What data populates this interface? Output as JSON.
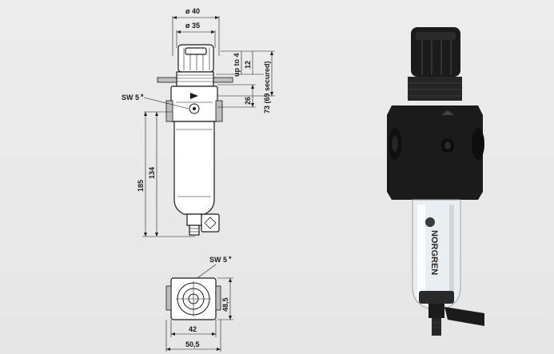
{
  "drawing": {
    "dimensions": {
      "dia_outer": "ø 40",
      "dia_inner": "ø 35",
      "up_to": "up to 4",
      "dim_12": "12",
      "dim_26": "26",
      "dim_73": "73 (69 secured)",
      "dim_134": "134",
      "dim_185": "185",
      "sw_side": "SW 5",
      "sw_side_mark": "*",
      "sw_top": "SW 5",
      "sw_top_mark": "*",
      "dim_42": "42",
      "dim_50_5": "50,5",
      "dim_48_5": "48,5"
    }
  },
  "product_photo": {
    "brand": "NORGREN",
    "colors": {
      "body": "#1b1b1b",
      "bowl": "#e9eef2",
      "background": "#e8e8e8"
    }
  }
}
